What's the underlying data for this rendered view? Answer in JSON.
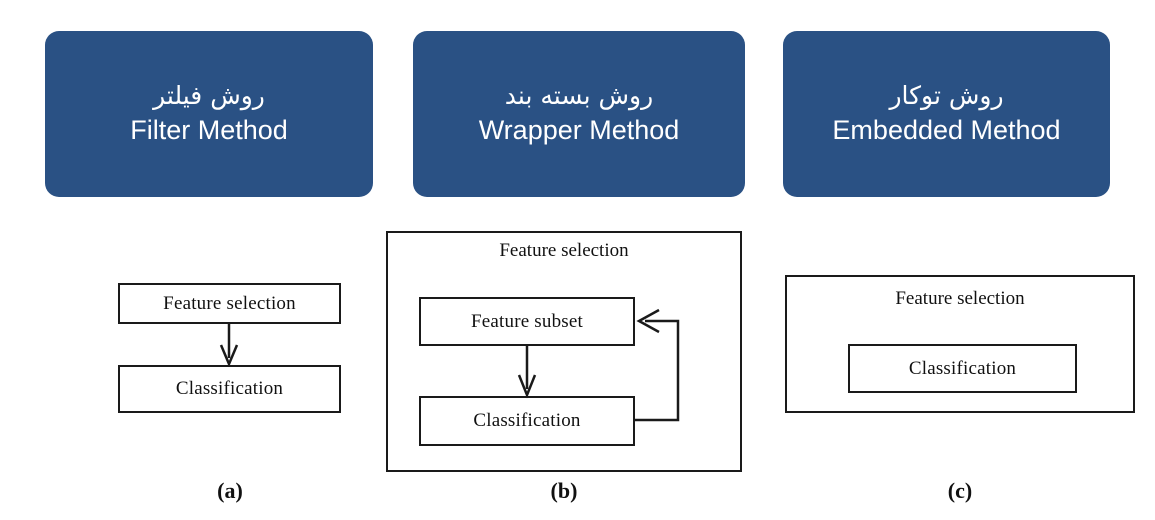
{
  "theme": {
    "card_background": "#2a5184",
    "card_text": "#ffffff",
    "diagram_stroke": "#1a1a1a",
    "page_background": "#ffffff"
  },
  "header_cards": [
    {
      "key": "filter",
      "title_fa": "روش فیلتر",
      "title_en": "Filter Method"
    },
    {
      "key": "wrapper",
      "title_fa": "روش بسته بند",
      "title_en": "Wrapper Method"
    },
    {
      "key": "embedded",
      "title_fa": "روش توکار",
      "title_en": "Embedded Method"
    }
  ],
  "panels": [
    {
      "key": "a",
      "caption": "(a)",
      "boxes": [
        {
          "key": "feature_selection",
          "label": "Feature selection"
        },
        {
          "key": "classification",
          "label": "Classification"
        }
      ],
      "arrows": [
        {
          "from": "feature_selection",
          "to": "classification",
          "type": "straight-down"
        }
      ]
    },
    {
      "key": "b",
      "caption": "(b)",
      "group_label": "Feature selection",
      "boxes": [
        {
          "key": "feature_subset",
          "label": "Feature subset"
        },
        {
          "key": "classification",
          "label": "Classification"
        }
      ],
      "arrows": [
        {
          "from": "feature_subset",
          "to": "classification",
          "type": "straight-down"
        },
        {
          "from": "classification",
          "to": "feature_subset",
          "type": "feedback-loop"
        }
      ]
    },
    {
      "key": "c",
      "caption": "(c)",
      "group_label": "Feature selection",
      "boxes": [
        {
          "key": "classification",
          "label": "Classification"
        }
      ],
      "arrows": []
    }
  ]
}
